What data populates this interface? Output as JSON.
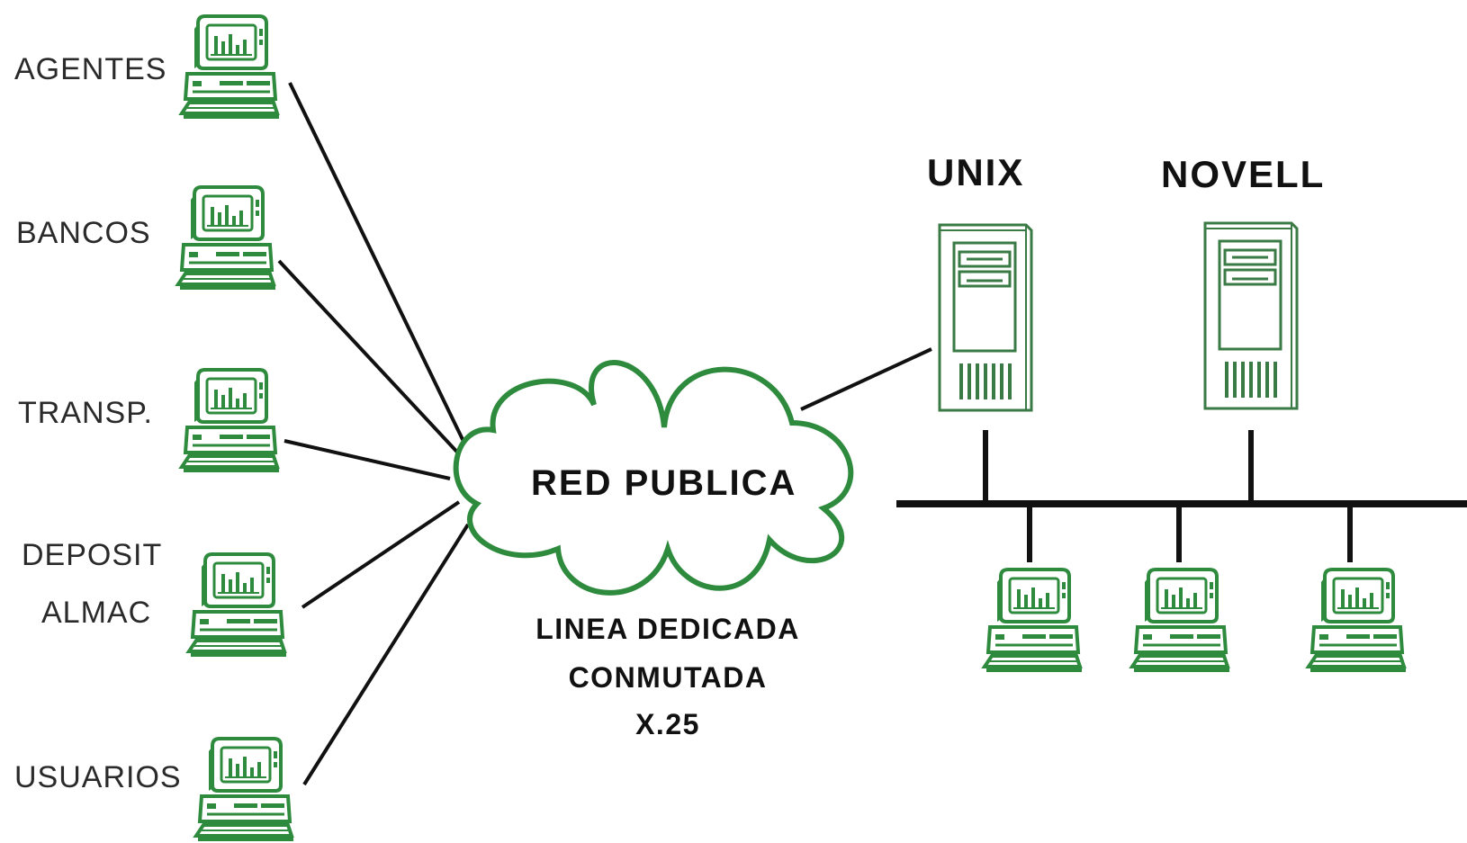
{
  "diagram": {
    "clients": [
      {
        "label": "AGENTES"
      },
      {
        "label": "BANCOS"
      },
      {
        "label": "TRANSP."
      },
      {
        "label": "DEPOSIT",
        "label2": "ALMAC"
      },
      {
        "label": "USUARIOS"
      }
    ],
    "cloud": {
      "label": "RED PUBLICA",
      "connection_types": [
        "LINEA DEDICADA",
        "CONMUTADA",
        "X.25"
      ]
    },
    "servers": [
      {
        "label": "UNIX"
      },
      {
        "label": "NOVELL"
      }
    ],
    "lan_workstations": 3,
    "colors": {
      "icon_green": "#2e8b3e",
      "cloud_green": "#2e8b3e",
      "server_green": "#3a7a44",
      "line": "#111111"
    }
  }
}
